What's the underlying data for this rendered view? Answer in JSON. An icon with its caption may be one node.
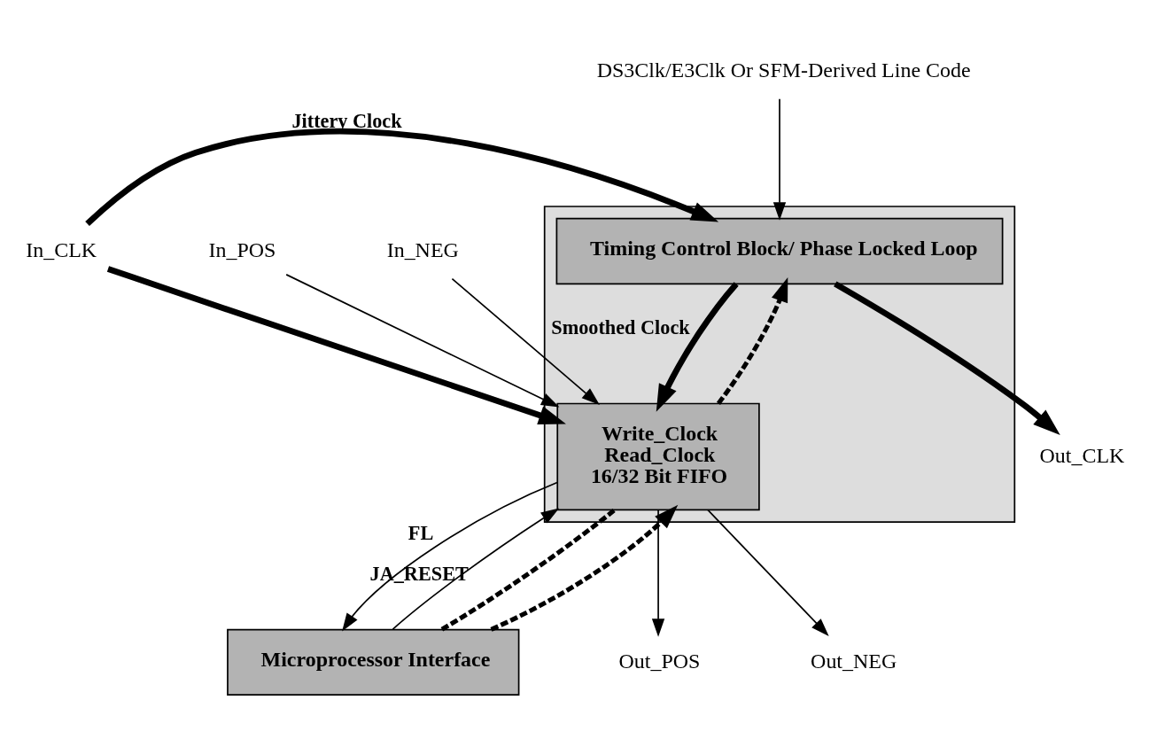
{
  "diagram": {
    "nodes": [
      {
        "text": [],
        "shape": "box"
      },
      {
        "text": [
          "Timing Control Block/ Phase Locked Loop"
        ],
        "in": 0
      },
      {
        "text": [
          "Write_Clock",
          "Read_Clock",
          "16/32 Bit FIFO"
        ],
        "in": 0
      },
      {
        "text": [
          "Microprocessor Interface"
        ]
      },
      {
        "text": [
          "In_CLK"
        ]
      },
      {
        "text": [
          "In_POS"
        ]
      },
      {
        "text": [
          "In_NEG"
        ]
      },
      {
        "text": [
          "Out_CLK"
        ]
      },
      {
        "text": [
          "Out_POS"
        ]
      },
      {
        "text": [
          "Out_NEG"
        ]
      },
      {
        "text": [
          "DS3Clk/E3Clk Or SFM-Derived Line Code"
        ]
      }
    ],
    "edges": [
      {
        "from": 4,
        "to": 2,
        "arrow": "to",
        "style": "thick"
      },
      {
        "from": 4,
        "to": 1,
        "arrow": "to",
        "style": "thick",
        "label": "Jittery Clock"
      },
      {
        "from": 1,
        "to": 2,
        "arrow": "to",
        "style": "thick",
        "label": "Smoothed Clock"
      },
      {
        "from": 1,
        "to": 7,
        "arrow": "to",
        "style": "thick"
      },
      {
        "from": 10,
        "to": 1,
        "arrow": "to"
      },
      {
        "from": 5,
        "to": 2,
        "arrow": "to"
      },
      {
        "from": 6,
        "to": 2,
        "arrow": "to"
      },
      {
        "from": 2,
        "to": 8,
        "arrow": "to"
      },
      {
        "from": 2,
        "to": 9,
        "arrow": "to"
      },
      {
        "from": 2,
        "to": 1,
        "arrow": "to",
        "style": "dashed"
      },
      {
        "from": 3,
        "to": 2,
        "arrow": "to",
        "label": "JA_RESET"
      },
      {
        "from": 3,
        "to": 2,
        "arrow": "none",
        "style": "dashed"
      },
      {
        "from": 3,
        "to": 2,
        "arrow": "to",
        "style": "dashed"
      },
      {
        "from": 2,
        "to": 3,
        "arrow": "to",
        "label": "FL"
      }
    ]
  }
}
